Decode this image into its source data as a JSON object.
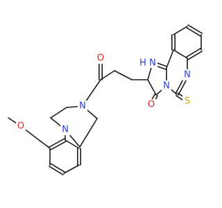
{
  "colors": {
    "bond": "#1a1a1a",
    "oxygen": "#e8231c",
    "nitrogen": "#2b3cd6",
    "sulfur": "#c9a400",
    "background": "#ffffff"
  },
  "atom_labels": {
    "methoxy_o": "O",
    "carbonyl_o": "O",
    "piperazine_n_top": "N",
    "piperazine_n_bottom": "N",
    "imidazole_nh": "N",
    "imidazole_h": "H",
    "ring_fusion_n": "N",
    "quinazoline_n": "N",
    "lactam_o": "O",
    "thione_s": "S"
  }
}
